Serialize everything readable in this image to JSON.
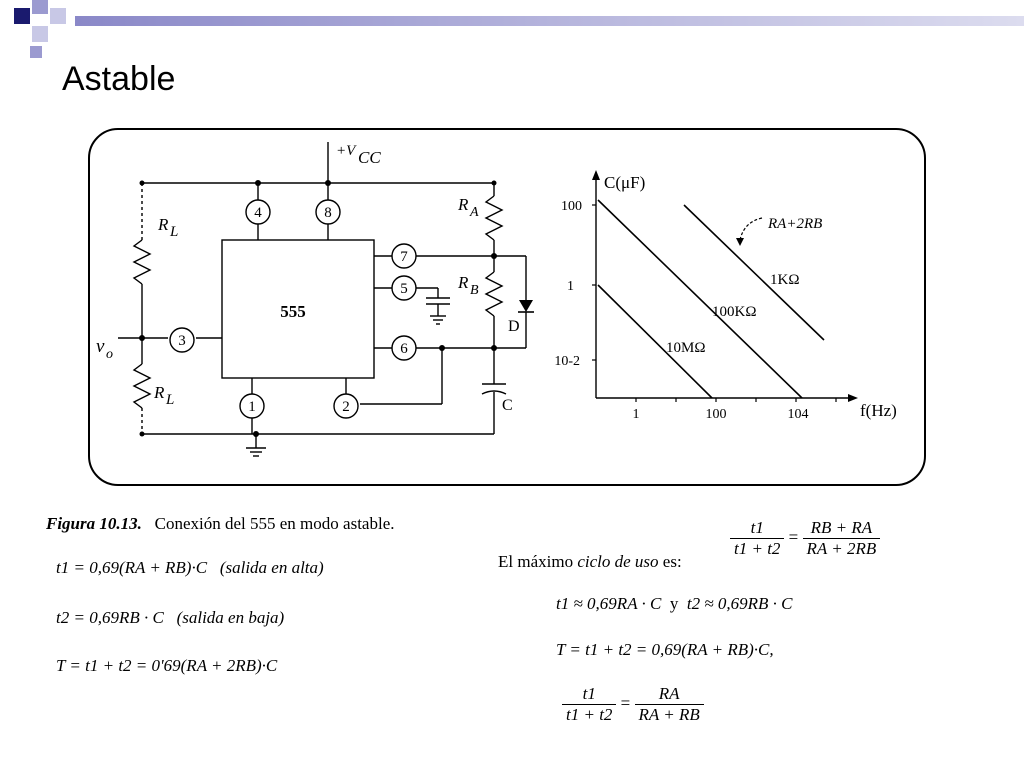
{
  "slide": {
    "title": "Astable"
  },
  "circuit": {
    "vcc_label": "+V",
    "vcc_sub": "CC",
    "ic_label": "555",
    "pins": [
      "4",
      "8",
      "7",
      "5",
      "6",
      "3",
      "1",
      "2"
    ],
    "rl_top": "R",
    "rl_top_sub": "L",
    "rl_bottom": "R",
    "rl_bottom_sub": "L",
    "ra_label": "R",
    "ra_sub": "A",
    "rb_label": "R",
    "rb_sub": "B",
    "diode_label": "D",
    "cap_label": "C",
    "vo_label": "v",
    "vo_sub": "o"
  },
  "graph": {
    "y_axis_label": "C(μF)",
    "x_axis_label": "f(Hz)",
    "y_ticks": [
      "100",
      "1",
      "10-2"
    ],
    "x_ticks": [
      "1",
      "100",
      "104"
    ],
    "line_labels": [
      "1KΩ",
      "100KΩ",
      "10MΩ"
    ],
    "annotation": "RA+2RB"
  },
  "caption": {
    "figure_num": "Figura 10.13.",
    "text": "Conexión del 555 en modo astable."
  },
  "equations": {
    "t1": "t1 = 0,69(RA + RB)·C",
    "t1_note": "(salida en alta)",
    "t2": "t2 = 0,69RB · C",
    "t2_note": "(salida en baja)",
    "T": "T = t1 + t2 = 0'69(RA + 2RB)·C",
    "duty_intro": "El máximo",
    "duty_italic": "ciclo de uso",
    "duty_end": "es:",
    "duty_num": "t1",
    "duty_den": "t1 + t2",
    "duty_rhs_num": "RB + RA",
    "duty_rhs_den": "RA + 2RB",
    "approx1": "t1 ≈ 0,69RA · C",
    "approx_and": "y",
    "approx2": "t2 ≈ 0,69RB · C",
    "period": "T = t1 + t2 = 0,69(RA + RB)·C,",
    "ratio_num": "t1",
    "ratio_den": "t1 + t2",
    "ratio_rhs_num": "RA",
    "ratio_rhs_den": "RA + RB"
  }
}
